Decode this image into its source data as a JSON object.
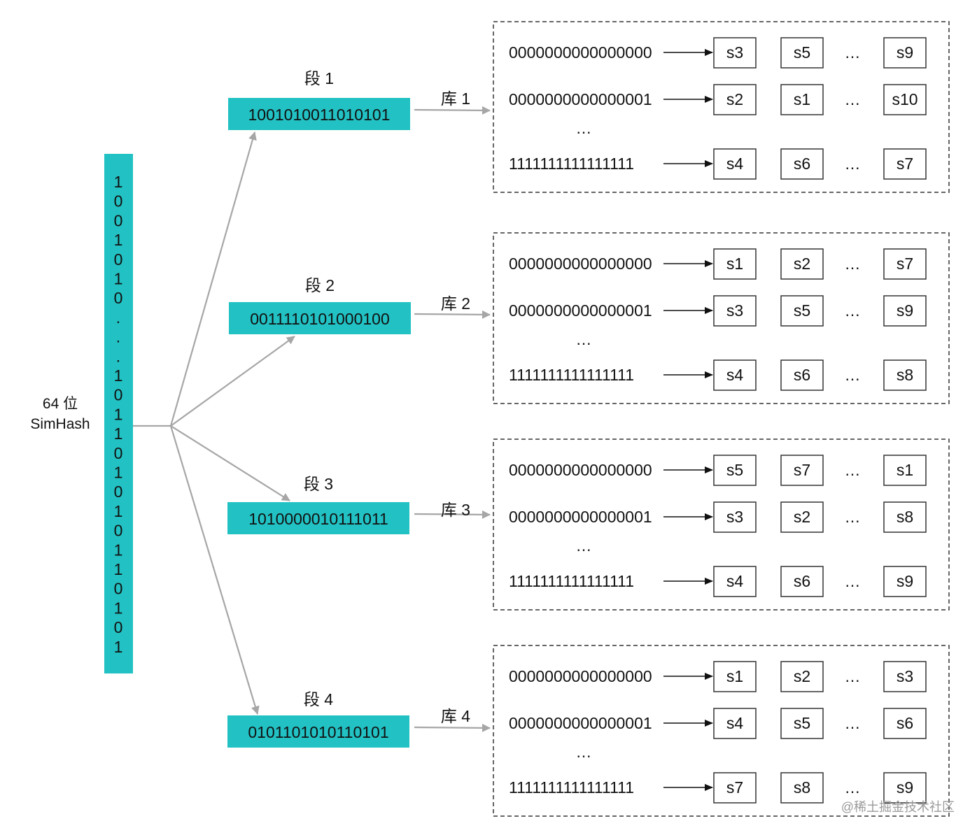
{
  "colors": {
    "teal": "#22c1c3",
    "arrow": "#a6a6a6",
    "border": "#333333",
    "text": "#111111"
  },
  "simhash": {
    "label_line1": "64 位",
    "label_line2": "SimHash",
    "bits": [
      "1",
      "0",
      "0",
      "1",
      "0",
      "1",
      "0",
      ".",
      ".",
      ".",
      "1",
      "0",
      "1",
      "1",
      "0",
      "1",
      "0",
      "1",
      "0",
      "1",
      "1",
      "0",
      "1",
      "0",
      "1"
    ]
  },
  "segments": [
    {
      "title": "段 1",
      "bits": "1001010011010101",
      "library_label": "库 1",
      "rows": [
        {
          "key": "0000000000000000",
          "cells": [
            "s3",
            "s5",
            "…",
            "s9"
          ]
        },
        {
          "key": "0000000000000001",
          "cells": [
            "s2",
            "s1",
            "…",
            "s10"
          ]
        },
        {
          "key": "1111111111111111",
          "cells": [
            "s4",
            "s6",
            "…",
            "s7"
          ]
        }
      ],
      "gap": "…"
    },
    {
      "title": "段 2",
      "bits": "0011110101000100",
      "library_label": "库 2",
      "rows": [
        {
          "key": "0000000000000000",
          "cells": [
            "s1",
            "s2",
            "…",
            "s7"
          ]
        },
        {
          "key": "0000000000000001",
          "cells": [
            "s3",
            "s5",
            "…",
            "s9"
          ]
        },
        {
          "key": "1111111111111111",
          "cells": [
            "s4",
            "s6",
            "…",
            "s8"
          ]
        }
      ],
      "gap": "…"
    },
    {
      "title": "段 3",
      "bits": "1010000010111011",
      "library_label": "库 3",
      "rows": [
        {
          "key": "0000000000000000",
          "cells": [
            "s5",
            "s7",
            "…",
            "s1"
          ]
        },
        {
          "key": "0000000000000001",
          "cells": [
            "s3",
            "s2",
            "…",
            "s8"
          ]
        },
        {
          "key": "1111111111111111",
          "cells": [
            "s4",
            "s6",
            "…",
            "s9"
          ]
        }
      ],
      "gap": "…"
    },
    {
      "title": "段 4",
      "bits": "0101101010110101",
      "library_label": "库 4",
      "rows": [
        {
          "key": "0000000000000000",
          "cells": [
            "s1",
            "s2",
            "…",
            "s3"
          ]
        },
        {
          "key": "0000000000000001",
          "cells": [
            "s4",
            "s5",
            "…",
            "s6"
          ]
        },
        {
          "key": "1111111111111111",
          "cells": [
            "s7",
            "s8",
            "…",
            "s9"
          ]
        }
      ],
      "gap": "…"
    }
  ],
  "watermark": "@稀土掘金技术社区"
}
